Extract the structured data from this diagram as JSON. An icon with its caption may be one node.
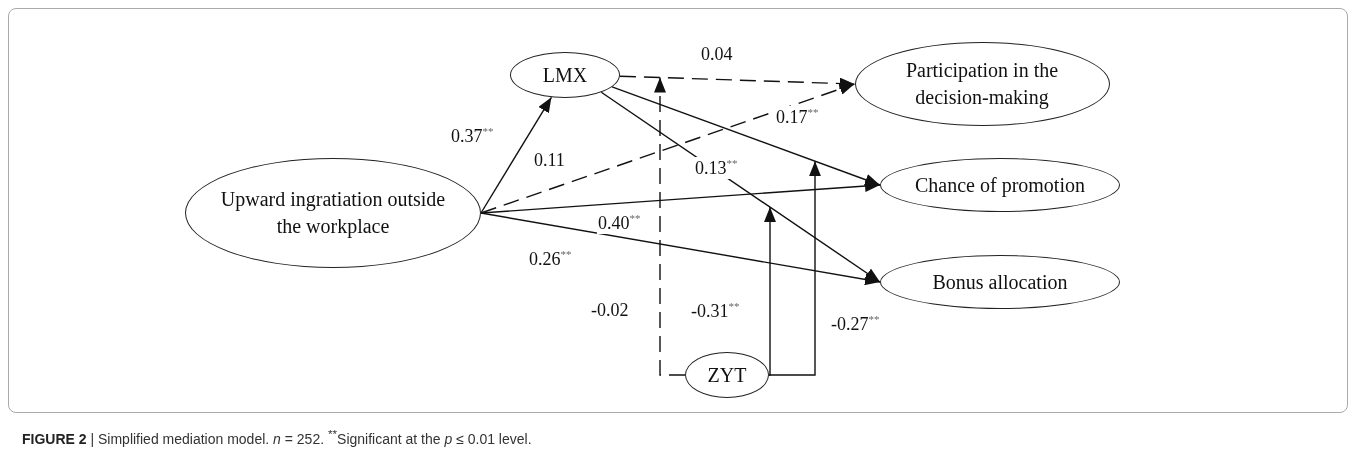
{
  "diagram": {
    "caption": "**FIGURE 2** | Simplified mediation model. *n* = 252. $^{**}$Significant at the *p* ≤ 0.01 level.",
    "nodes": [
      {
        "text": [
          "Upward ingratiation outside the workplace"
        ]
      },
      {
        "text": [
          "LMX"
        ]
      },
      {
        "text": [
          "Participation in the decision-making"
        ]
      },
      {
        "text": [
          "Chance of promotion"
        ]
      },
      {
        "text": [
          "Bonus allocation"
        ]
      },
      {
        "text": [
          "ZYT"
        ]
      }
    ],
    "edges": [
      {
        "from": 0,
        "to": 1,
        "arrow": "to",
        "label": "0.37$^{**}$"
      },
      {
        "from": 0,
        "to": 2,
        "arrow": "to",
        "label": "0.11",
        "style": "dashed"
      },
      {
        "from": 0,
        "to": 3,
        "arrow": "to",
        "label": "0.40$^{**}$"
      },
      {
        "from": 0,
        "to": 4,
        "arrow": "to",
        "label": "0.26$^{**}$"
      },
      {
        "from": 1,
        "to": 2,
        "arrow": "to",
        "label": "0.04",
        "style": "dashed"
      },
      {
        "from": 1,
        "to": 3,
        "arrow": "to",
        "label": "0.17$^{**}$"
      },
      {
        "from": 1,
        "to": 4,
        "arrow": "to",
        "label": "0.13$^{**}$"
      },
      {
        "from": 5,
        "to": null,
        "arrow": "to",
        "label": "-0.02",
        "style": "dashed"
      },
      {
        "from": 5,
        "to": null,
        "arrow": "to",
        "label": "-0.31$^{**}$"
      },
      {
        "from": 5,
        "to": null,
        "arrow": "to",
        "label": "-0.27$^{**}$"
      }
    ]
  }
}
